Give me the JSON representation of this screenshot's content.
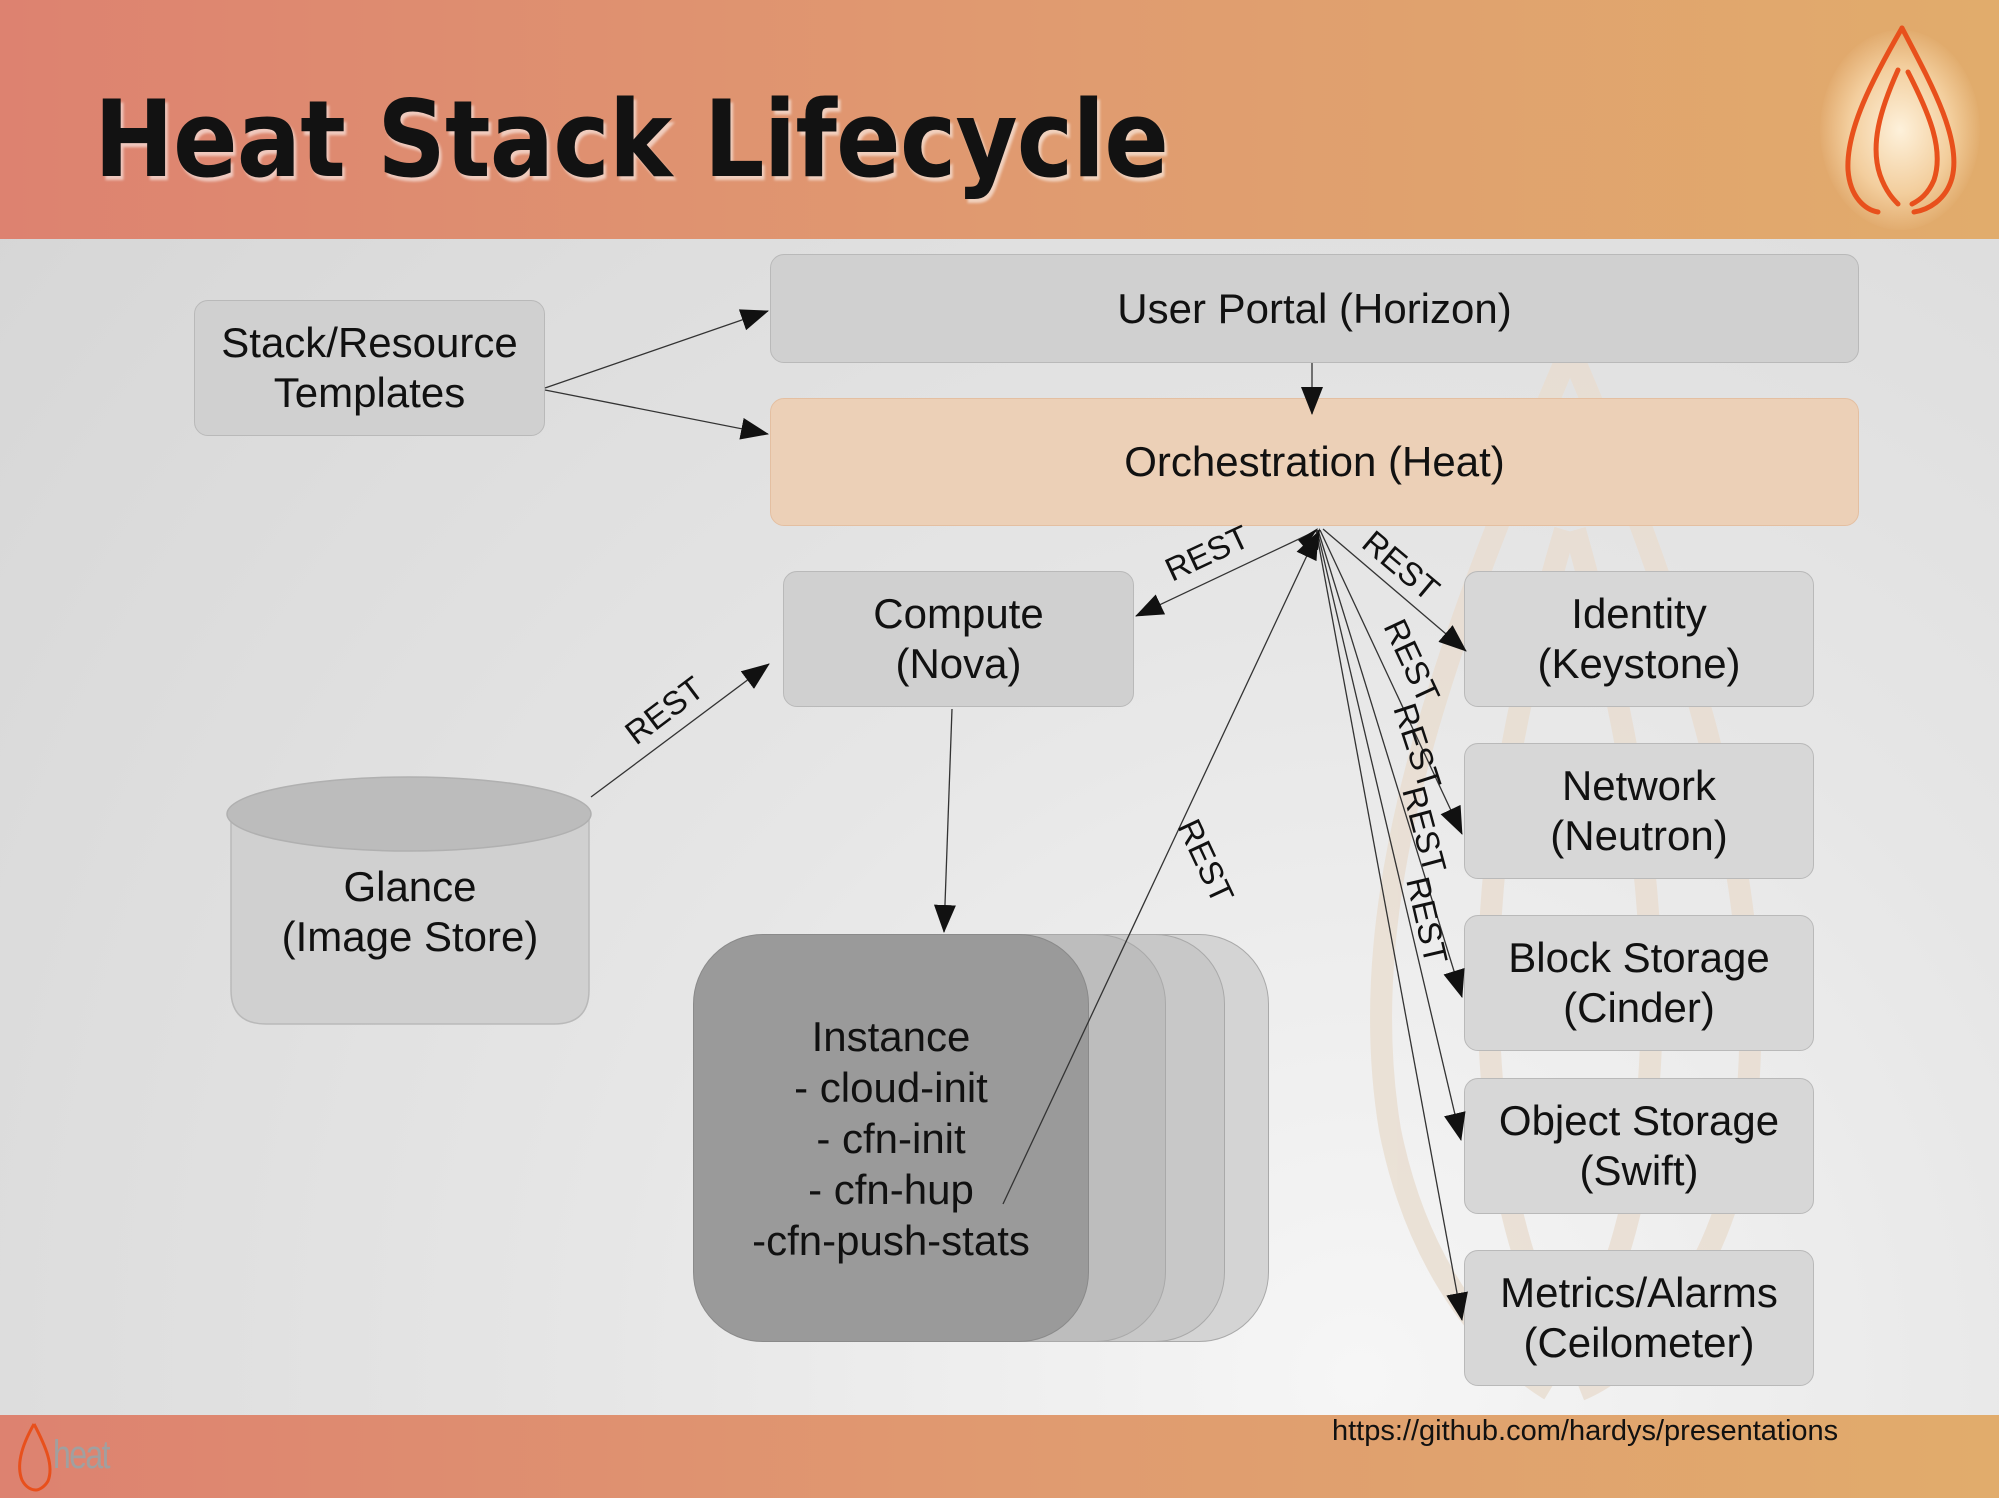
{
  "slide": {
    "title": "Heat Stack Lifecycle",
    "footer_url": "https://github.com/hardys/presentations",
    "footer_logo_text": "heat",
    "logo_icon": "flame-icon"
  },
  "colors": {
    "banner_start": "#dd8270",
    "banner_end": "#e1ac6c",
    "heat_box": "#ecd0b7",
    "box": "#d0d0d0",
    "instance": "#9a9a9a",
    "flame": "#e8501c"
  },
  "nodes": {
    "templates": "Stack/Resource\nTemplates",
    "horizon": "User Portal (Horizon)",
    "heat": "Orchestration (Heat)",
    "nova": "Compute\n(Nova)",
    "glance": "Glance\n(Image Store)",
    "instance": "Instance\n- cloud-init\n- cfn-init\n- cfn-hup\n-cfn-push-stats",
    "keystone": "Identity\n(Keystone)",
    "neutron": "Network\n(Neutron)",
    "cinder": "Block Storage\n(Cinder)",
    "swift": "Object Storage\n(Swift)",
    "ceilometer": "Metrics/Alarms\n(Ceilometer)"
  },
  "edge_labels": {
    "heat_nova": "REST",
    "glance_nova": "REST",
    "heat_keystone": "REST",
    "heat_neutron": "REST",
    "heat_cinder": "REST",
    "heat_swift": "REST",
    "heat_ceilometer": "REST",
    "instance_heat": "REST"
  }
}
